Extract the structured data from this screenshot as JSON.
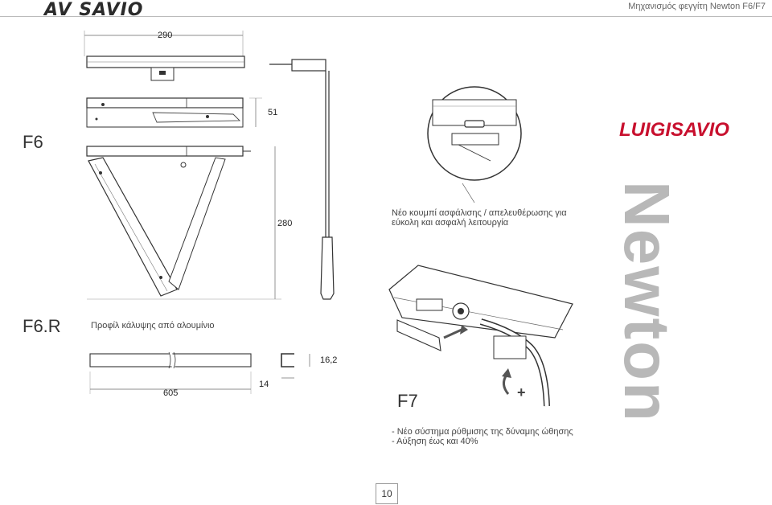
{
  "header": {
    "logo": "AV SAVIO",
    "title": "Μηχανισμός φεγγίτη Newton F6/F7"
  },
  "dimensions": {
    "width_top": "290",
    "height_small": "51",
    "height_large": "280",
    "profile_length": "605",
    "profile_depth": "14",
    "profile_height": "16,2"
  },
  "models": {
    "f6": "F6",
    "f6r": "F6.R",
    "f7": "F7"
  },
  "notes": {
    "profile_caption": "Προφίλ κάλυψης από αλουμίνιο",
    "lock_line1": "Νέο κουμπί ασφάλισης / απελευθέρωσης για",
    "lock_line2": "εύκολη και ασφαλή λειτουργία",
    "f7_line1": "- Νέο σύστημα ρύθμισης της δύναμης ώθησης",
    "f7_line2": "- Αύξηση έως και 40%"
  },
  "branding": {
    "luigi_savio": "LUIGISAVIO",
    "product": "Newton",
    "plus_sign": "+"
  },
  "footer": {
    "page_number": "10"
  },
  "colors": {
    "brand_red": "#c8102e",
    "brand_green": "#4a9a3a",
    "watermark": "#b8b8b8"
  }
}
